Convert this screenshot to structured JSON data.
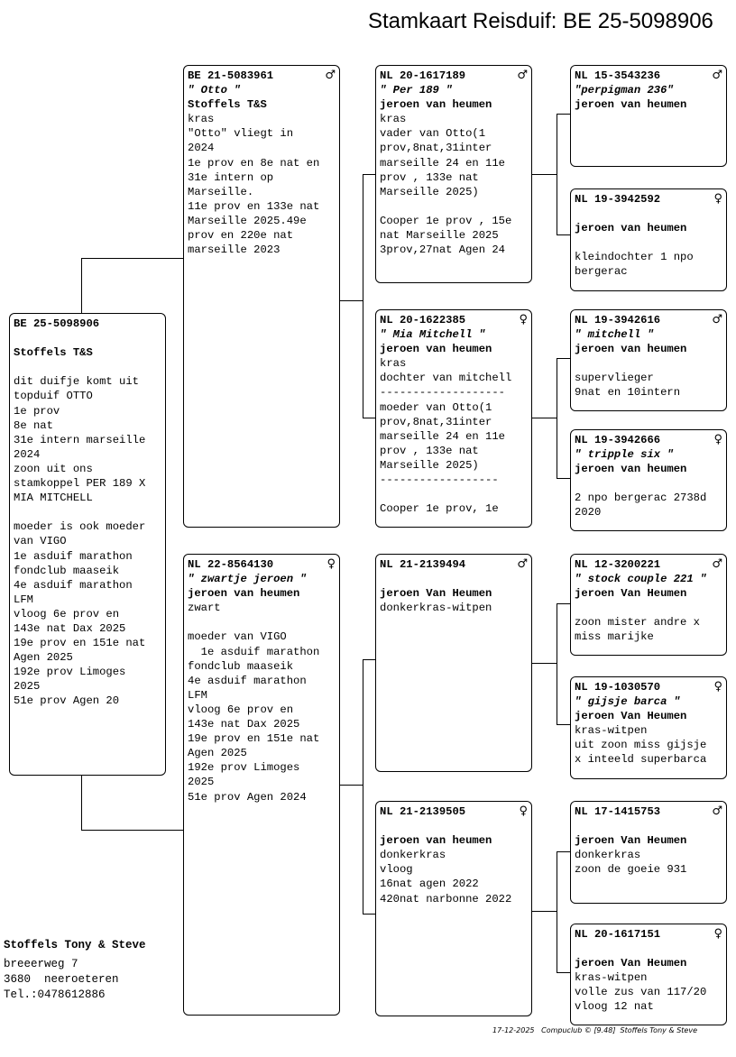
{
  "title": "Stamkaart Reisduif: BE  25-5098906",
  "pigeons": {
    "subject": {
      "ring": "BE  25-5098906",
      "sex": "",
      "name": "",
      "owner": "Stoffels T&S",
      "lines": [
        "",
        "dit duifje komt uit",
        "topduif OTTO",
        "1e prov",
        "8e nat",
        "31e intern marseille",
        "2024",
        "zoon uit ons",
        "stamkoppel PER 189 X",
        "MIA MITCHELL",
        "",
        "moeder is ook moeder",
        "van VIGO",
        "1e asduif marathon",
        "fondclub maaseik",
        "4e asduif marathon",
        "LFM",
        "vloog 6e prov en",
        "143e nat Dax 2025",
        "19e prov en 151e nat",
        "Agen 2025",
        "192e prov Limoges",
        "2025",
        "51e prov Agen 20"
      ]
    },
    "sire": {
      "ring": "BE  21-5083961",
      "sex": "♂",
      "name": " Otto ",
      "owner": "Stoffels T&S",
      "lines": [
        "kras",
        "\"Otto\" vliegt in",
        "2024",
        "1e prov en 8e nat en",
        "31e intern op",
        "Marseille.",
        "11e prov en 133e nat",
        "Marseille 2025.49e",
        "prov en 220e nat",
        "marseille 2023"
      ]
    },
    "dam": {
      "ring": "NL  22-8564130",
      "sex": "♀",
      "name": " zwartje jeroen ",
      "owner": "jeroen van heumen",
      "lines": [
        "zwart",
        "",
        "moeder van VIGO",
        "  1e asduif marathon",
        "fondclub maaseik",
        "4e asduif marathon",
        "LFM",
        "vloog 6e prov en",
        "143e nat Dax 2025",
        "19e prov en 151e nat",
        "Agen 2025",
        "192e prov Limoges",
        "2025",
        "51e prov Agen 2024"
      ]
    },
    "ss": {
      "ring": "NL  20-1617189",
      "sex": "♂",
      "name": " Per 189 ",
      "owner": "jeroen van heumen",
      "lines": [
        "kras",
        "vader van Otto(1",
        "prov,8nat,31inter",
        "marseille 24 en 11e",
        "prov , 133e nat",
        "Marseille 2025)",
        "",
        "Cooper 1e prov , 15e",
        "nat Marseille 2025",
        "3prov,27nat Agen 24"
      ]
    },
    "sd": {
      "ring": "NL  20-1622385",
      "sex": "♀",
      "name": " Mia Mitchell ",
      "owner": "jeroen van heumen",
      "lines": [
        "kras",
        "dochter van mitchell",
        "-------------------",
        "moeder van Otto(1",
        "prov,8nat,31inter",
        "marseille 24 en 11e",
        "prov , 133e nat",
        "Marseille 2025)",
        "------------------",
        "",
        "Cooper 1e prov, 1e"
      ]
    },
    "ds": {
      "ring": "NL  21-2139494",
      "sex": "♂",
      "name": "",
      "owner": "jeroen Van Heumen",
      "lines": [
        "donkerkras-witpen"
      ]
    },
    "dd": {
      "ring": "NL  21-2139505",
      "sex": "♀",
      "name": "",
      "owner": "jeroen van heumen",
      "lines": [
        "donkerkras",
        "vloog",
        "16nat agen 2022",
        "420nat narbonne 2022"
      ]
    },
    "sss": {
      "ring": "NL  15-3543236",
      "sex": "♂",
      "name": "perpigman 236",
      "owner": "jeroen van heumen",
      "lines": []
    },
    "ssd": {
      "ring": "NL  19-3942592",
      "sex": "♀",
      "name": "",
      "owner": "jeroen van heumen",
      "lines": [
        "",
        "kleindochter 1 npo",
        "bergerac"
      ]
    },
    "sds": {
      "ring": "NL  19-3942616",
      "sex": "♂",
      "name": " mitchell ",
      "owner": "jeroen van heumen",
      "lines": [
        "",
        "supervlieger",
        "9nat en 10intern"
      ]
    },
    "sdd": {
      "ring": "NL  19-3942666",
      "sex": "♀",
      "name": " tripple six ",
      "owner": "jeroen van heumen",
      "lines": [
        "",
        "2 npo bergerac 2738d",
        "2020"
      ]
    },
    "dss": {
      "ring": "NL  12-3200221",
      "sex": "♂",
      "name": " stock couple 221 ",
      "owner": "jeroen Van Heumen",
      "lines": [
        "",
        "zoon mister andre x",
        "miss marijke"
      ]
    },
    "dsd": {
      "ring": "NL  19-1030570",
      "sex": "♀",
      "name": " gijsje barca ",
      "owner": "jeroen Van Heumen",
      "lines": [
        "kras-witpen",
        "uit zoon miss gijsje",
        "x inteeld superbarca"
      ]
    },
    "dds": {
      "ring": "NL  17-1415753",
      "sex": "♂",
      "name": "",
      "owner": "jeroen Van Heumen",
      "lines": [
        "donkerkras",
        "zoon de goeie 931"
      ]
    },
    "ddd": {
      "ring": "NL  20-1617151",
      "sex": "♀",
      "name": "",
      "owner": "jeroen Van Heumen",
      "lines": [
        "kras-witpen",
        "volle zus van 117/20",
        "vloog 12 nat"
      ]
    }
  },
  "owner": {
    "name": "Stoffels Tony & Steve",
    "street": "breeerweg 7",
    "city": "3680  neeroeteren",
    "phone": "Tel.:0478612886"
  },
  "footer": "17-12-2025   Compuclub © [9.48]  Stoffels Tony & Steve"
}
